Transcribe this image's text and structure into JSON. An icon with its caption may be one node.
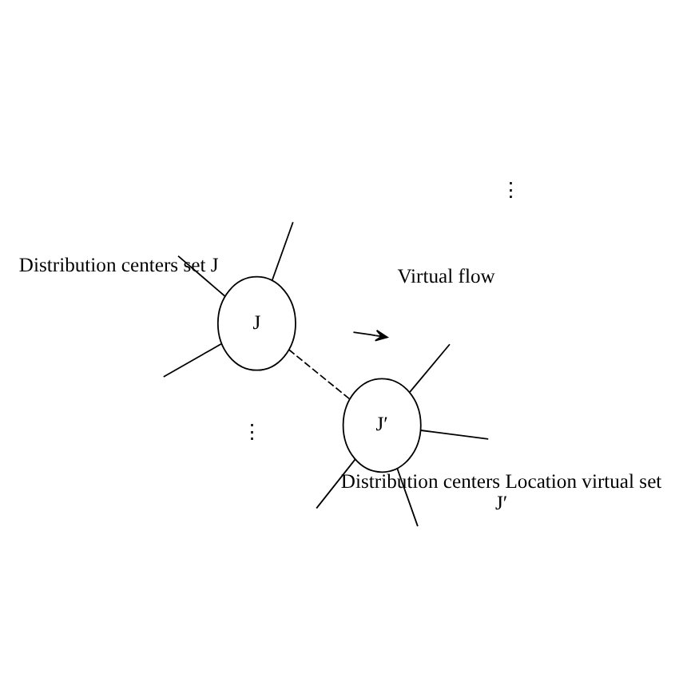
{
  "diagram": {
    "nodes": [
      {
        "text": [
          "J"
        ],
        "beside": [
          "Distribution centers set J"
        ]
      },
      {
        "text": [
          "J′"
        ],
        "beside": [
          "Distribution centers Location virtual set",
          "J′"
        ]
      }
    ],
    "edges": [
      {
        "from": 0,
        "to": 1,
        "arrow": "none",
        "style": "dashed"
      },
      {
        "from": 0,
        "to": null,
        "arrow": "none"
      },
      {
        "from": 0,
        "to": null,
        "arrow": "none"
      },
      {
        "from": 0,
        "to": null,
        "arrow": "none"
      },
      {
        "from": 1,
        "to": null,
        "arrow": "none"
      },
      {
        "from": 1,
        "to": null,
        "arrow": "none"
      },
      {
        "from": 1,
        "to": null,
        "arrow": "none"
      },
      {
        "from": 1,
        "to": null,
        "arrow": "none"
      }
    ],
    "labels": [
      "⋮",
      "Virtual flow",
      "⋮"
    ]
  }
}
